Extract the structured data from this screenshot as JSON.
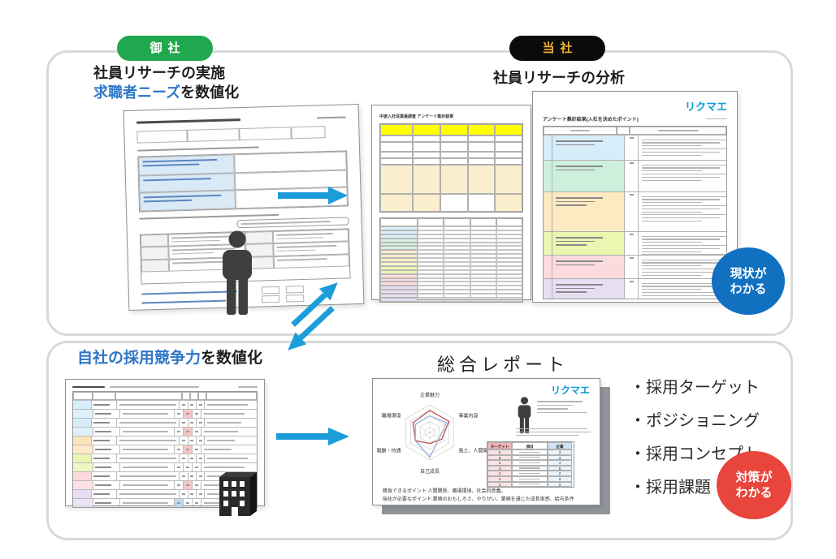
{
  "badges": {
    "your_company": "御社",
    "our_company": "当社"
  },
  "colors": {
    "accent_blue": "#1b9dd9",
    "heading_blue": "#2e76c8",
    "green_badge": "#1fa84d",
    "gold_text": "#f3b42b",
    "info_circle_blue": "#1170c0",
    "action_circle_red": "#e8453c",
    "logo_blue": "#089cdb"
  },
  "top_panel": {
    "heading_line1": "社員リサーチの実施",
    "heading_highlight": "求職者ニーズ",
    "heading_suffix": "を数値化",
    "analysis_heading": "社員リサーチの分析",
    "result_circle": {
      "line1": "現状が",
      "line2": "わかる"
    },
    "survey_summary_doc": {
      "title": "中途入社従業員調査 アンケート集計結果"
    },
    "analysis_doc": {
      "logo": "リクマエ",
      "title": "アンケート集計結果(入社を決めたポイント)"
    }
  },
  "bottom_panel": {
    "heading_highlight": "自社の採用競争力",
    "heading_suffix": "を数値化",
    "report_heading": "総合レポート",
    "report": {
      "logo": "リクマエ",
      "radar": {
        "labels": [
          "企業魅力",
          "事業内容",
          "風土、人間関係",
          "自己成長",
          "報酬・待遇",
          "職場環境"
        ],
        "max": 5,
        "series": [
          {
            "color": "#c0504d",
            "values": [
              4,
              4,
              2.5,
              2,
              3,
              3.5
            ]
          },
          {
            "color": "#95b3d7",
            "values": [
              3,
              3.5,
              2,
              4.5,
              3,
              3
            ]
          }
        ]
      },
      "mini_table": {
        "headers": [
          "ターゲット",
          "項目",
          "企業"
        ],
        "rows": [
          [
            5,
            3
          ],
          [
            5,
            3
          ],
          [
            4,
            4
          ],
          [
            4,
            5
          ],
          [
            4,
            2
          ],
          [
            4,
            3
          ],
          [
            3,
            3
          ]
        ]
      },
      "footer_line1": "勝負できるポイント:人間関係、職場環境、社会的意義。",
      "footer_line2": "強化が必要なポイント:業務のおもしろさ、やりがい、業務を通じた成長実感、給与条件"
    },
    "bullets": [
      "・採用ターゲット",
      "・ポジショニング",
      "・採用コンセプト",
      "・採用課題"
    ],
    "result_circle": {
      "line1": "対策が",
      "line2": "わかる"
    }
  },
  "schematics": {
    "summary_doc_row_colors": [
      "#d9f0fb",
      "#d9f0fb",
      "#d9f0fb",
      "#d5f2e0",
      "#d5f2e0",
      "#d5f2e0",
      "#fdeccb",
      "#fdeccb",
      "#fdeccb",
      "#f9f6c8",
      "#e9f7b0",
      "#e9f7b0",
      "#fcdadd",
      "#fcdadd",
      "#fcdadd",
      "#e7def4",
      "#e7def4",
      "#e7def4",
      "#e7def4"
    ],
    "analysis_doc_groups": [
      {
        "color": "#d6eefa",
        "rows": 2,
        "h": 30
      },
      {
        "color": "#cdf0dc",
        "rows": 2,
        "h": 38
      },
      {
        "color": "#fde9c2",
        "rows": 3,
        "h": 48
      },
      {
        "color": "#e9f7b0",
        "rows": 3,
        "h": 28
      },
      {
        "color": "#fcdadd",
        "rows": 2,
        "h": 28
      },
      {
        "color": "#e7def4",
        "rows": 3,
        "h": 24
      }
    ],
    "bottom_doc_groups": [
      {
        "color": "#d6eefa",
        "mark": "p"
      },
      {
        "color": "#d6eefa",
        "mark": "p"
      },
      {
        "color": "#fde4b8",
        "mark": "p"
      },
      {
        "color": "#eaf4b4",
        "mark": ""
      },
      {
        "color": "#fcdadd",
        "mark": "p"
      },
      {
        "color": "#e7def4",
        "mark": "b"
      }
    ]
  }
}
